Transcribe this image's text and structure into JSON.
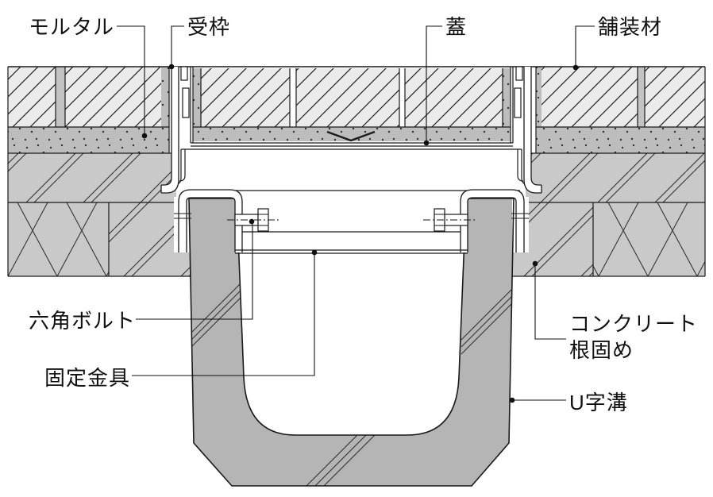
{
  "diagram": {
    "type": "construction-detail-cross-section",
    "subject": "U-shaped drainage gutter with paving-filled cover, section view",
    "labels": {
      "mortar": "モルタル",
      "receiving_frame": "受枠",
      "cover": "蓋",
      "paving_material": "舗装材",
      "hex_bolt": "六角ボルト",
      "fixing_bracket": "固定金具",
      "concrete_anchor": {
        "line1": "コンクリート",
        "line2": "根固め"
      },
      "u_gutter": "U字溝"
    },
    "colors": {
      "line": "#1a1a1a",
      "paving_fill": "#ebebeb",
      "mortar_fill": "#bdbdbd",
      "joint_fill": "#c3c3c3",
      "concrete_fill": "#c9c9c9",
      "crushed_stone_fill": "#c9c9c9",
      "gutter_fill": "#b5b5b5",
      "background": "#ffffff"
    }
  }
}
